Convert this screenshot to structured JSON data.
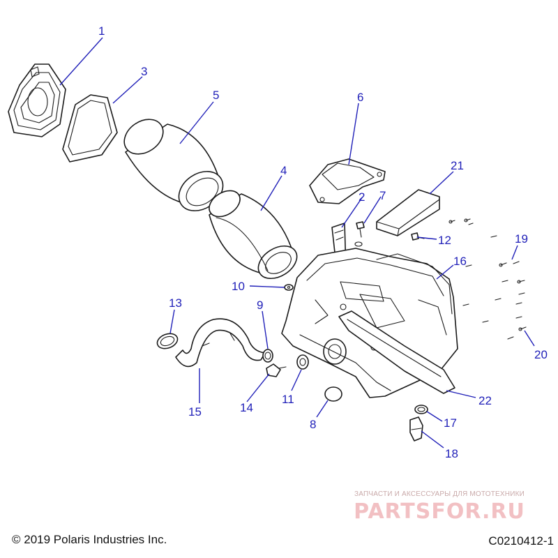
{
  "callouts": [
    {
      "id": "1",
      "text": "1"
    },
    {
      "id": "2",
      "text": "2"
    },
    {
      "id": "3",
      "text": "3"
    },
    {
      "id": "4",
      "text": "4"
    },
    {
      "id": "5",
      "text": "5"
    },
    {
      "id": "6",
      "text": "6"
    },
    {
      "id": "7",
      "text": "7"
    },
    {
      "id": "8",
      "text": "8"
    },
    {
      "id": "9",
      "text": "9"
    },
    {
      "id": "10",
      "text": "10"
    },
    {
      "id": "11",
      "text": "11"
    },
    {
      "id": "12",
      "text": "12"
    },
    {
      "id": "13",
      "text": "13"
    },
    {
      "id": "14",
      "text": "14"
    },
    {
      "id": "15",
      "text": "15"
    },
    {
      "id": "16",
      "text": "16"
    },
    {
      "id": "17",
      "text": "17"
    },
    {
      "id": "18",
      "text": "18"
    },
    {
      "id": "19",
      "text": "19"
    },
    {
      "id": "20",
      "text": "20"
    },
    {
      "id": "21",
      "text": "21"
    },
    {
      "id": "22",
      "text": "22"
    }
  ],
  "footer": {
    "copyright": "© 2019 Polaris Industries Inc.",
    "drawing_number": "C0210412-1"
  },
  "watermark": {
    "tagline": "ЗАПЧАСТИ И АКСЕССУАРЫ ДЛЯ МОТОТЕХНИКИ",
    "brand": "PARTSFOR.RU"
  },
  "colors": {
    "callout": "#1f1fb8",
    "line_art": "#1a1a1a",
    "watermark": "#f2c0c3"
  }
}
